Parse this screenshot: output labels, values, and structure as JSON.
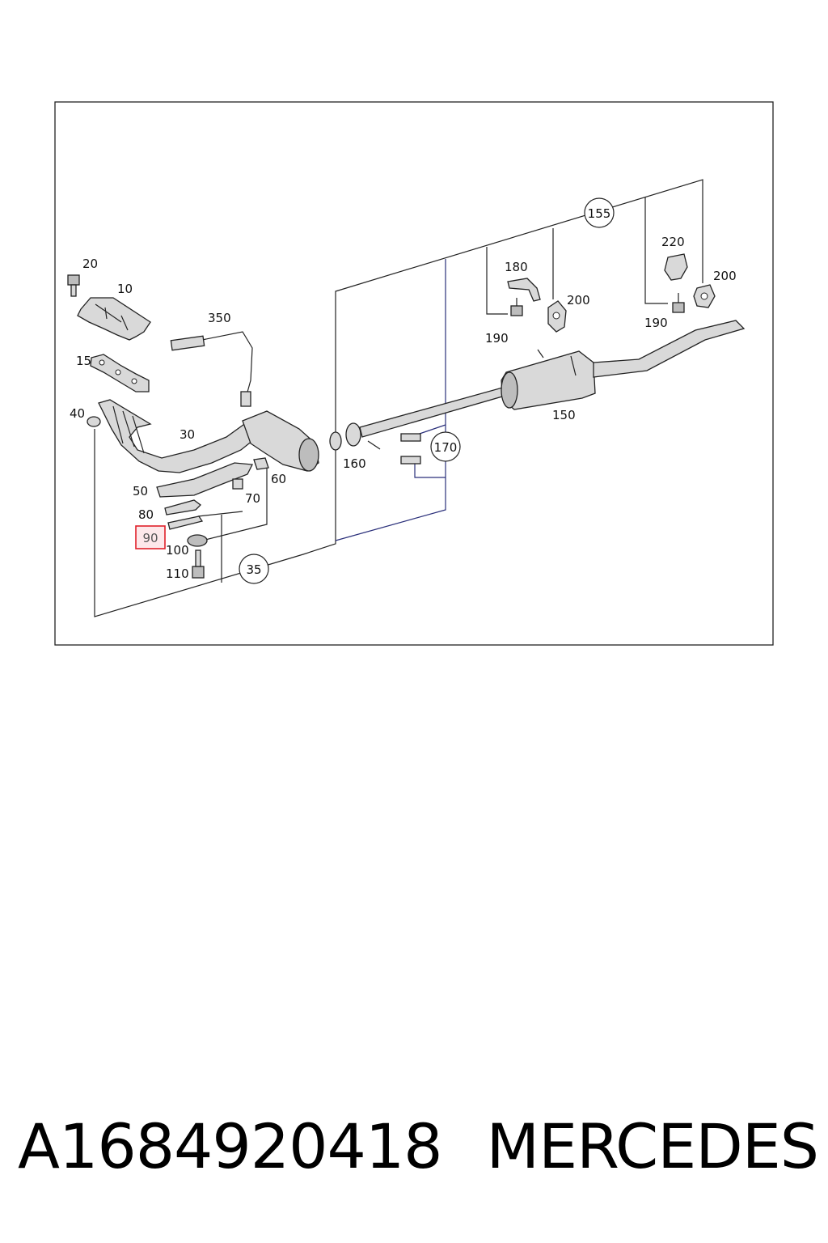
{
  "parts": {
    "p10": "10",
    "p15": "15",
    "p20": "20",
    "p30": "30",
    "p40": "40",
    "p50": "50",
    "p60": "60",
    "p70": "70",
    "p80": "80",
    "p90": "90",
    "p100": "100",
    "p110": "110",
    "p150": "150",
    "p160": "160",
    "p180": "180",
    "p190a": "190",
    "p190b": "190",
    "p200a": "200",
    "p200b": "200",
    "p220": "220",
    "p350": "350"
  },
  "callouts": {
    "c35": "35",
    "c155": "155",
    "c170": "170"
  },
  "highlight": {
    "label": "90",
    "color": "#e0202a"
  },
  "footer": {
    "part_number": "A1684920418",
    "brand": "MERCEDES"
  }
}
